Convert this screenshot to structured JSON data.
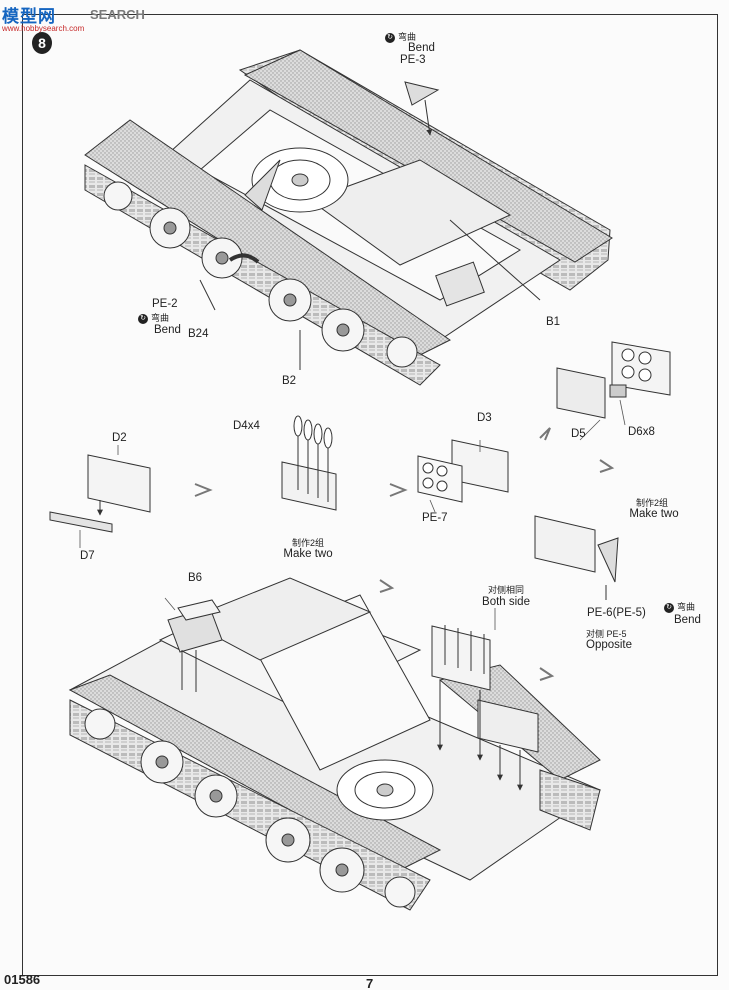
{
  "watermark": {
    "chars": "模型网",
    "search": "SEARCH",
    "url": "www.hobbysearch.com"
  },
  "step_number": "8",
  "kit_number": "01586",
  "page_number": "7",
  "callouts": {
    "pe3_bend_cn": "弯曲",
    "pe3_bend_en": "Bend",
    "pe3": "PE-3",
    "pe2": "PE-2",
    "pe2_bend_cn": "弯曲",
    "pe2_bend_en": "Bend",
    "b24": "B24",
    "b2": "B2",
    "b1": "B1",
    "d5": "D5",
    "d6x8": "D6x8",
    "d3": "D3",
    "pe7": "PE-7",
    "d4x4": "D4x4",
    "make_two_cn_1": "制作2组",
    "make_two_en_1": "Make two",
    "d2": "D2",
    "d7": "D7",
    "make_two_cn_2": "制作2组",
    "make_two_en_2": "Make two",
    "pe6": "PE-6(PE-5)",
    "pe6_bend_cn": "弯曲",
    "pe6_bend_en": "Bend",
    "opposite_cn": "对侧 PE-5",
    "opposite_en": "Opposite",
    "b6": "B6",
    "both_side_cn": "对侧相同",
    "both_side_en": "Both side"
  }
}
